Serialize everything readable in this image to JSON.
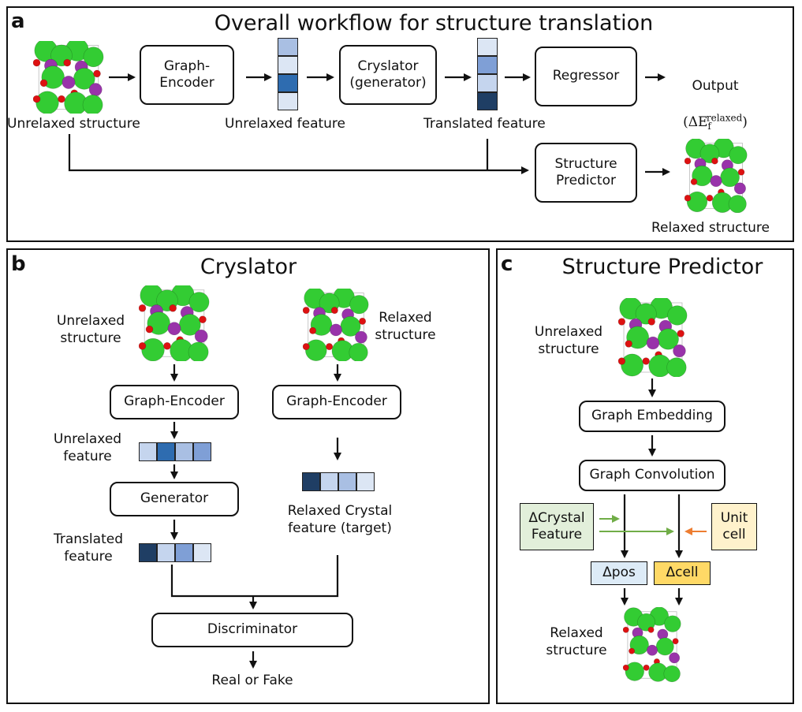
{
  "panel_a": {
    "letter": "a",
    "title": "Overall workflow for structure translation",
    "unrelaxed_structure": "Unrelaxed structure",
    "graph_encoder": "Graph-\nEncoder",
    "unrelaxed_feature": "Unrelaxed feature",
    "cryslator": "Cryslator\n(generator)",
    "translated_feature": "Translated feature",
    "regressor": "Regressor",
    "output": "Output",
    "output_formula": "(ΔE",
    "output_sub": "f",
    "output_sup": "relaxed",
    "output_close": ")",
    "structure_predictor": "Structure\nPredictor",
    "relaxed_structure": "Relaxed structure"
  },
  "panel_b": {
    "letter": "b",
    "title": "Cryslator",
    "unrelaxed_structure": "Unrelaxed\nstructure",
    "relaxed_structure": "Relaxed\nstructure",
    "graph_encoder_left": "Graph-Encoder",
    "graph_encoder_right": "Graph-Encoder",
    "unrelaxed_feature": "Unrelaxed\nfeature",
    "generator": "Generator",
    "translated_feature": "Translated\nfeature",
    "relaxed_crystal_feature": "Relaxed Crystal\nfeature (target)",
    "discriminator": "Discriminator",
    "real_or_fake": "Real or Fake"
  },
  "panel_c": {
    "letter": "c",
    "title": "Structure Predictor",
    "unrelaxed_structure": "Unrelaxed\nstructure",
    "graph_embedding": "Graph Embedding",
    "graph_convolution": "Graph Convolution",
    "delta_crystal_feature": "ΔCrystal\nFeature",
    "unit_cell": "Unit\ncell",
    "delta_pos": "Δpos",
    "delta_cell": "Δcell",
    "relaxed_structure": "Relaxed\nstructure"
  },
  "colors": {
    "feature_light": "#dce6f4",
    "feature_mid": "#a9bfe3",
    "feature_medium": "#7f9fd6",
    "feature_strong": "#2e6cb0",
    "feature_dark": "#1f3e64",
    "crystal_feature_bg": "#e2efda",
    "unit_cell_bg": "#fff2cc",
    "delta_pos_bg": "#ddebf7",
    "delta_cell_bg": "#ffd966",
    "green_arrow": "#70ad47",
    "orange_arrow": "#ed7d31",
    "atom_green": "#33cc33",
    "atom_purple": "#9933aa",
    "atom_red": "#dd1111"
  }
}
